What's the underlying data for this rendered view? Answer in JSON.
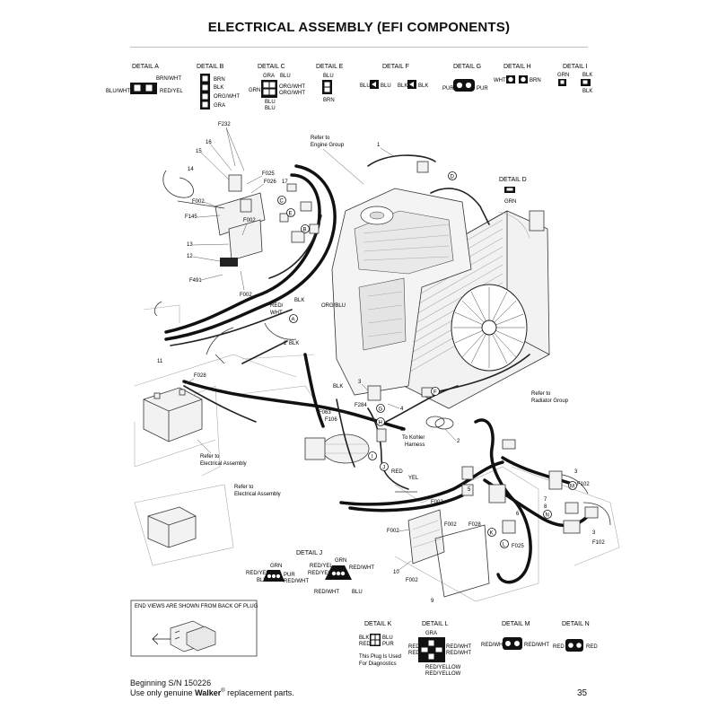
{
  "title": "ELECTRICAL ASSEMBLY (EFI COMPONENTS)",
  "details_top": {
    "a": {
      "label": "DETAIL A",
      "brnwht": "BRN/WHT",
      "bluwht": "BLU/WHT",
      "redyel": "RED/YEL"
    },
    "b": {
      "label": "DETAIL B",
      "brn": "BRN",
      "blk": "BLK",
      "orgwht": "ORG/WHT",
      "gra": "GRA"
    },
    "c": {
      "label": "DETAIL C",
      "gra": "GRA",
      "blu": "BLU",
      "grn": "GRN",
      "orgwht": "ORG/WHT",
      "orgwht2": "ORG/WHT",
      "blu2": "BLU",
      "blu3": "BLU"
    },
    "e": {
      "label": "DETAIL E",
      "blu": "BLU",
      "brn": "BRN"
    },
    "f": {
      "label": "DETAIL F",
      "blu1": "BLU",
      "blu2": "BLU",
      "blk1": "BLK",
      "blk2": "BLK"
    },
    "g": {
      "label": "DETAIL G",
      "pur1": "PUR",
      "pur2": "PUR"
    },
    "h": {
      "label": "DETAIL H",
      "wht": "WHT",
      "brn": "BRN"
    },
    "i": {
      "label": "DETAIL I",
      "grn": "GRN",
      "blk1": "BLK",
      "blk2": "BLK"
    }
  },
  "detail_d": {
    "label": "DETAIL D",
    "grn": "GRN"
  },
  "detail_j": {
    "label": "DETAIL J",
    "grn1": "GRN",
    "redyel1": "RED/YEL",
    "blu1": "BLU",
    "pur": "PUR",
    "redwht1": "RED/WHT",
    "grn2": "GRN",
    "redyel2": "RED/YEL",
    "redyel3": "RED/YEL",
    "redwht2": "RED/WHT",
    "blu2": "BLU"
  },
  "details_bottom": {
    "k": {
      "label": "DETAIL K",
      "blk": "BLK",
      "red": "RED",
      "blu": "BLU",
      "pur": "PUR",
      "note1": "This Plug Is Used",
      "note2": "For Diagnostics"
    },
    "l": {
      "label": "DETAIL L",
      "gra": "GRA",
      "red1": "RED",
      "red2": "RED",
      "redwht1": "RED/WHT",
      "redwht2": "RED/WHT",
      "redyellow1": "RED/YELLOW",
      "redyellow2": "RED/YELLOW"
    },
    "m": {
      "label": "DETAIL M",
      "redwht1": "RED/WHT",
      "redwht2": "RED/WHT"
    },
    "n": {
      "label": "DETAIL N",
      "red1": "RED",
      "red2": "RED"
    }
  },
  "callouts": {
    "f232": "F232",
    "n16": "16",
    "n15": "15",
    "n14": "14",
    "f025": "F025",
    "f026": "F026",
    "n17": "17",
    "f002a": "F002",
    "f145": "F145",
    "f002b": "F002",
    "n13": "13",
    "n12": "12",
    "f491": "F491",
    "f002c": "F002",
    "n1": "1",
    "c": "C",
    "e": "E",
    "b": "B",
    "d": "D",
    "a": "A",
    "f": "F",
    "g": "G",
    "h": "H",
    "i": "I",
    "j": "J",
    "k": "K",
    "l": "L",
    "m": "M",
    "n": "N",
    "n11": "11",
    "f028a": "F028",
    "n3a": "3",
    "f284": "F284",
    "n4": "4",
    "f063": "F063",
    "f106": "F106",
    "n9": "9",
    "n2a": "2",
    "n2b": "2",
    "n3b": "3",
    "f102a": "F102",
    "n7": "7",
    "n8": "8",
    "n5": "5",
    "n6": "6",
    "f002d": "F002",
    "f002e": "F002",
    "f028b": "F028",
    "f025b": "F025",
    "f002f": "F002",
    "n10": "10",
    "f002g": "F002",
    "n9b": "9",
    "n3c": "3",
    "f102b": "F102"
  },
  "labels": {
    "refer_engine1": "Refer to",
    "refer_engine2": "Engine Group",
    "refer_radiator1": "Refer to",
    "refer_radiator2": "Radiator Group",
    "refer_elec1a": "Refer to",
    "refer_elec1b": "Electrical Assembly",
    "refer_elec2a": "Refer to",
    "refer_elec2b": "Electrical Assembly",
    "kohler1": "To Kohler",
    "kohler2": "Harness",
    "blk1": "BLK",
    "redwht": "RED/",
    "redwht2": "WHT",
    "orgblu": "ORG/BLU",
    "blk2": "BLK",
    "blk3": "BLK",
    "red": "RED",
    "yel": "YEL"
  },
  "endview_note": "END VIEWS ARE SHOWN FROM BACK OF PLUG",
  "footer": {
    "beginning": "Beginning S/N 150226",
    "use_pre": "Use only genuine ",
    "brand": "Walker",
    "reg": "®",
    "use_post": " replacement parts.",
    "page": "35"
  }
}
